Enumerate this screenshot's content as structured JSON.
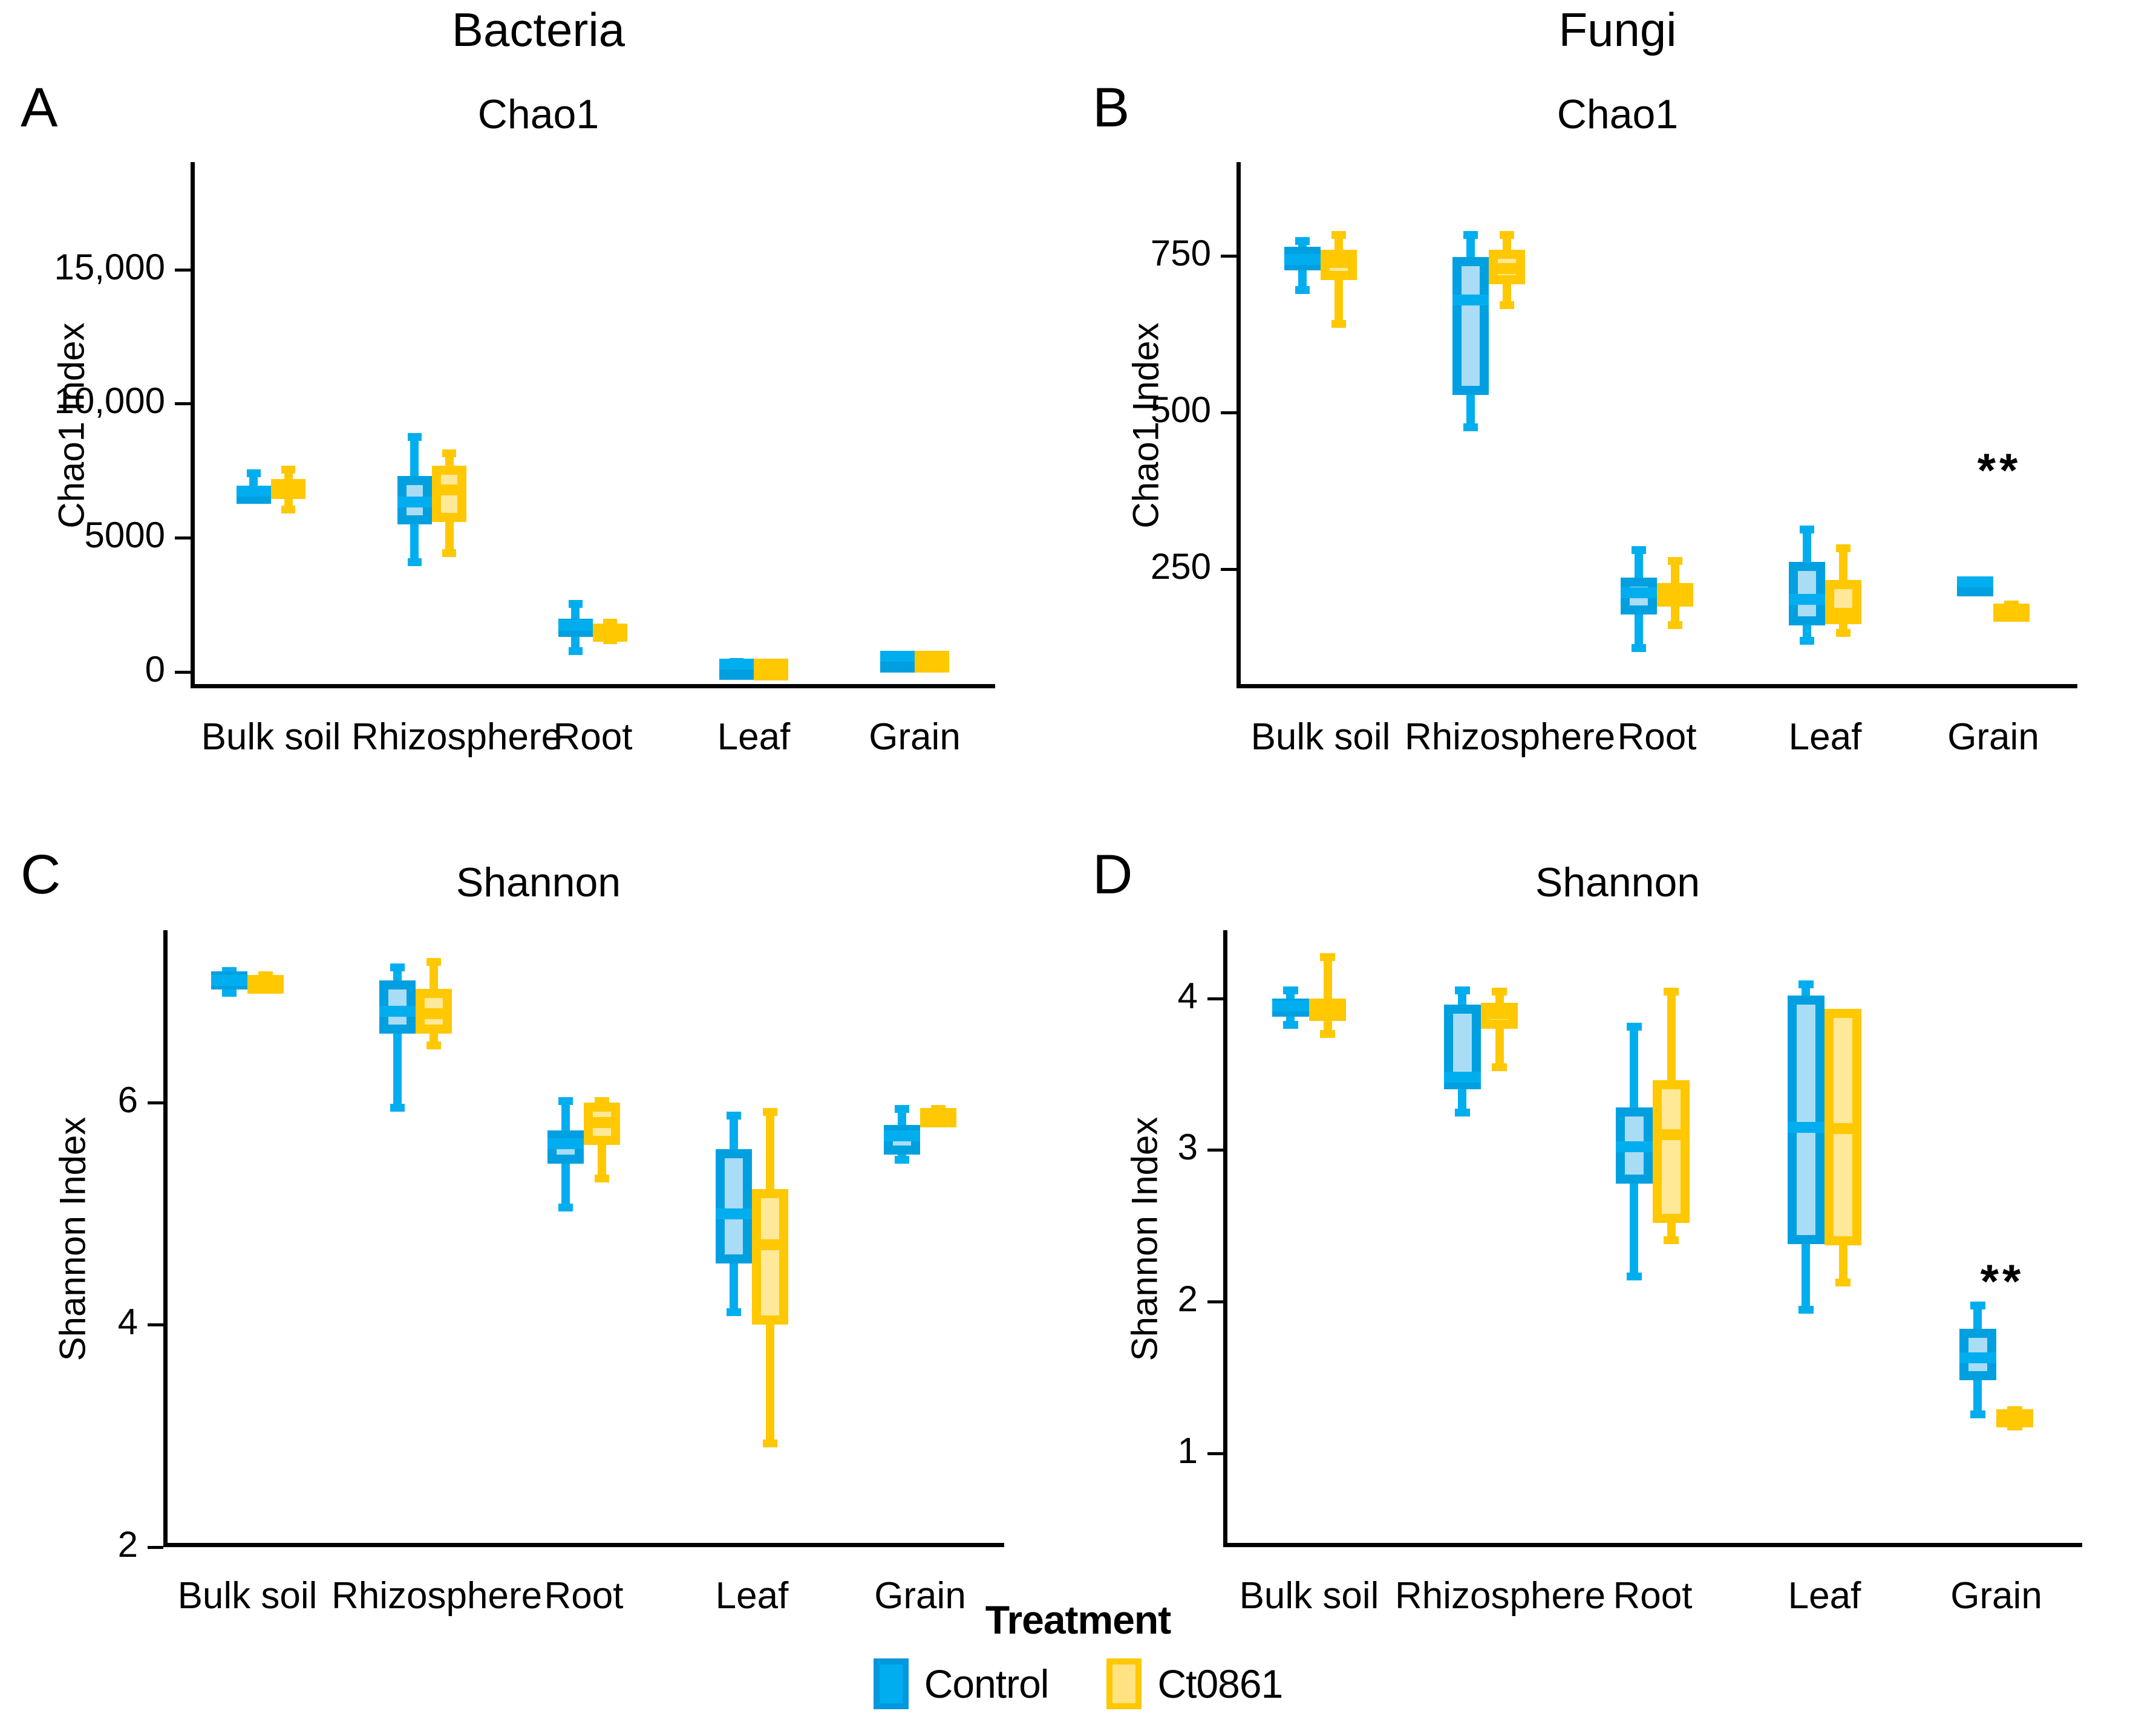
{
  "figure": {
    "supertitles": [
      {
        "text": "Bacteria"
      },
      {
        "text": "Fungi"
      }
    ],
    "panel_letters": [
      "A",
      "B",
      "C",
      "D"
    ],
    "colors": {
      "control_border": "#00A0E0",
      "control_fill": "#A9DCF5",
      "control_solid": "#00AEEF",
      "ct0861_border": "#FFC800",
      "ct0861_fill": "#FFE999",
      "ct0861_solid": "#FFC800",
      "axis": "#000000",
      "text": "#000000",
      "background": "#FFFFFF"
    },
    "legend": {
      "title": "Treatment",
      "items": [
        {
          "label": "Control",
          "color": "#00AEEF"
        },
        {
          "label": "Ct0861",
          "color": "#FFC800"
        }
      ]
    }
  },
  "chart_data": [
    {
      "panel": "A",
      "type": "box",
      "group": "Bacteria",
      "title": "Chao1",
      "xlabel": "",
      "ylabel": "Chao1 Index",
      "categories": [
        "Bulk soil",
        "Rhizosphere",
        "Root",
        "Leaf",
        "Grain"
      ],
      "yticks": [
        0,
        5000,
        10000,
        15000
      ],
      "ytick_labels": [
        "0",
        "5000",
        "10,000",
        "15,000"
      ],
      "ylim": [
        -600,
        19000
      ],
      "grid": false,
      "significance": [],
      "series": [
        {
          "name": "Control",
          "boxes": [
            {
              "category": "Bulk soil",
              "min": 6300,
              "q1": 6450,
              "median": 6750,
              "q3": 6950,
              "max": 7550
            },
            {
              "category": "Rhizosphere",
              "min": 3950,
              "q1": 5500,
              "median": 6350,
              "q3": 7300,
              "max": 8900
            },
            {
              "category": "Root",
              "min": 650,
              "q1": 1400,
              "median": 1750,
              "q3": 2000,
              "max": 2700
            },
            {
              "category": "Leaf",
              "min": 120,
              "q1": 230,
              "median": 300,
              "q3": 400,
              "max": 520
            },
            {
              "category": "Grain",
              "min": 480,
              "q1": 550,
              "median": 600,
              "q3": 660,
              "max": 720
            }
          ]
        },
        {
          "name": "Ct0861",
          "boxes": [
            {
              "category": "Bulk soil",
              "min": 5900,
              "q1": 6450,
              "median": 6900,
              "q3": 7200,
              "max": 7700
            },
            {
              "category": "Rhizosphere",
              "min": 4300,
              "q1": 5600,
              "median": 6800,
              "q3": 7700,
              "max": 8300
            },
            {
              "category": "Root",
              "min": 1050,
              "q1": 1350,
              "median": 1600,
              "q3": 1800,
              "max": 2000
            },
            {
              "category": "Leaf",
              "min": 120,
              "q1": 220,
              "median": 290,
              "q3": 360,
              "max": 470
            },
            {
              "category": "Grain",
              "min": 490,
              "q1": 550,
              "median": 600,
              "q3": 660,
              "max": 710
            }
          ]
        }
      ]
    },
    {
      "panel": "B",
      "type": "box",
      "group": "Fungi",
      "title": "Chao1",
      "xlabel": "",
      "ylabel": "Chao1 Index",
      "categories": [
        "Bulk soil",
        "Rhizosphere",
        "Root",
        "Leaf",
        "Grain"
      ],
      "yticks": [
        250,
        500,
        750
      ],
      "ytick_labels": [
        "250",
        "500",
        "750"
      ],
      "ylim": [
        60,
        900
      ],
      "grid": false,
      "significance": [
        {
          "category": "Grain",
          "marker": "**"
        }
      ],
      "series": [
        {
          "name": "Control",
          "boxes": [
            {
              "category": "Bulk soil",
              "min": 690,
              "q1": 727,
              "median": 745,
              "q3": 765,
              "max": 780
            },
            {
              "category": "Rhizosphere",
              "min": 470,
              "q1": 528,
              "median": 680,
              "q3": 748,
              "max": 790
            },
            {
              "category": "Root",
              "min": 118,
              "q1": 178,
              "median": 213,
              "q3": 237,
              "max": 287
            },
            {
              "category": "Leaf",
              "min": 130,
              "q1": 160,
              "median": 202,
              "q3": 262,
              "max": 320
            },
            {
              "category": "Grain",
              "min": 222,
              "q1": 224,
              "median": 230,
              "q3": 236,
              "max": 238
            }
          ]
        },
        {
          "name": "Ct0861",
          "boxes": [
            {
              "category": "Bulk soil",
              "min": 635,
              "q1": 712,
              "median": 740,
              "q3": 760,
              "max": 790
            },
            {
              "category": "Rhizosphere",
              "min": 665,
              "q1": 705,
              "median": 730,
              "q3": 760,
              "max": 790
            },
            {
              "category": "Root",
              "min": 155,
              "q1": 190,
              "median": 213,
              "q3": 228,
              "max": 270
            },
            {
              "category": "Leaf",
              "min": 142,
              "q1": 162,
              "median": 180,
              "q3": 233,
              "max": 290
            },
            {
              "category": "Grain",
              "min": 168,
              "q1": 175,
              "median": 185,
              "q3": 195,
              "max": 200
            }
          ]
        }
      ]
    },
    {
      "panel": "C",
      "type": "box",
      "group": "Bacteria",
      "title": "Shannon",
      "xlabel": "",
      "ylabel": "Shannon Index",
      "categories": [
        "Bulk soil",
        "Rhizosphere",
        "Root",
        "Leaf",
        "Grain"
      ],
      "yticks": [
        2,
        4,
        6
      ],
      "ytick_labels": [
        "2",
        "4",
        "6"
      ],
      "ylim": [
        2,
        7.55
      ],
      "grid": false,
      "significance": [],
      "series": [
        {
          "name": "Control",
          "boxes": [
            {
              "category": "Bulk soil",
              "min": 6.95,
              "q1": 7.03,
              "median": 7.1,
              "q3": 7.18,
              "max": 7.22
            },
            {
              "category": "Rhizosphere",
              "min": 5.92,
              "q1": 6.62,
              "median": 6.82,
              "q3": 7.1,
              "max": 7.25
            },
            {
              "category": "Root",
              "min": 5.02,
              "q1": 5.45,
              "median": 5.63,
              "q3": 5.75,
              "max": 6.05
            },
            {
              "category": "Leaf",
              "min": 4.08,
              "q1": 4.55,
              "median": 5.0,
              "q3": 5.58,
              "max": 5.92
            },
            {
              "category": "Grain",
              "min": 5.45,
              "q1": 5.53,
              "median": 5.7,
              "q3": 5.8,
              "max": 5.98
            }
          ]
        },
        {
          "name": "Ct0861",
          "boxes": [
            {
              "category": "Bulk soil",
              "min": 7.02,
              "q1": 7.06,
              "median": 7.1,
              "q3": 7.14,
              "max": 7.18
            },
            {
              "category": "Rhizosphere",
              "min": 6.48,
              "q1": 6.62,
              "median": 6.8,
              "q3": 7.02,
              "max": 7.3
            },
            {
              "category": "Root",
              "min": 5.28,
              "q1": 5.62,
              "median": 5.82,
              "q3": 6.0,
              "max": 6.05
            },
            {
              "category": "Leaf",
              "min": 2.9,
              "q1": 4.0,
              "median": 4.72,
              "q3": 5.22,
              "max": 5.95
            },
            {
              "category": "Grain",
              "min": 5.82,
              "q1": 5.86,
              "median": 5.9,
              "q3": 5.94,
              "max": 5.98
            }
          ]
        }
      ]
    },
    {
      "panel": "D",
      "type": "box",
      "group": "Fungi",
      "title": "Shannon",
      "xlabel": "",
      "ylabel": "Shannon Index",
      "categories": [
        "Bulk soil",
        "Rhizosphere",
        "Root",
        "Leaf",
        "Grain"
      ],
      "yticks": [
        1,
        2,
        3,
        4
      ],
      "ytick_labels": [
        "1",
        "2",
        "3",
        "4"
      ],
      "ylim": [
        0.38,
        4.45
      ],
      "grid": false,
      "significance": [
        {
          "category": "Grain",
          "marker": "**"
        }
      ],
      "series": [
        {
          "name": "Control",
          "boxes": [
            {
              "category": "Bulk soil",
              "min": 3.8,
              "q1": 3.9,
              "median": 3.95,
              "q3": 4.0,
              "max": 4.08
            },
            {
              "category": "Rhizosphere",
              "min": 3.22,
              "q1": 3.4,
              "median": 3.48,
              "q3": 3.96,
              "max": 4.08
            },
            {
              "category": "Root",
              "min": 2.14,
              "q1": 2.78,
              "median": 3.02,
              "q3": 3.28,
              "max": 3.84
            },
            {
              "category": "Leaf",
              "min": 1.92,
              "q1": 2.38,
              "median": 3.15,
              "q3": 4.02,
              "max": 4.12
            },
            {
              "category": "Grain",
              "min": 1.23,
              "q1": 1.48,
              "median": 1.63,
              "q3": 1.82,
              "max": 2.0
            }
          ]
        },
        {
          "name": "Ct0861",
          "boxes": [
            {
              "category": "Bulk soil",
              "min": 3.74,
              "q1": 3.85,
              "median": 3.93,
              "q3": 4.0,
              "max": 4.3
            },
            {
              "category": "Rhizosphere",
              "min": 3.52,
              "q1": 3.8,
              "median": 3.9,
              "q3": 3.97,
              "max": 4.07
            },
            {
              "category": "Root",
              "min": 2.38,
              "q1": 2.52,
              "median": 3.1,
              "q3": 3.46,
              "max": 4.07
            },
            {
              "category": "Leaf",
              "min": 2.1,
              "q1": 2.37,
              "median": 3.14,
              "q3": 3.93,
              "max": 3.93
            },
            {
              "category": "Grain",
              "min": 1.15,
              "q1": 1.2,
              "median": 1.25,
              "q3": 1.29,
              "max": 1.31
            }
          ]
        }
      ]
    }
  ]
}
